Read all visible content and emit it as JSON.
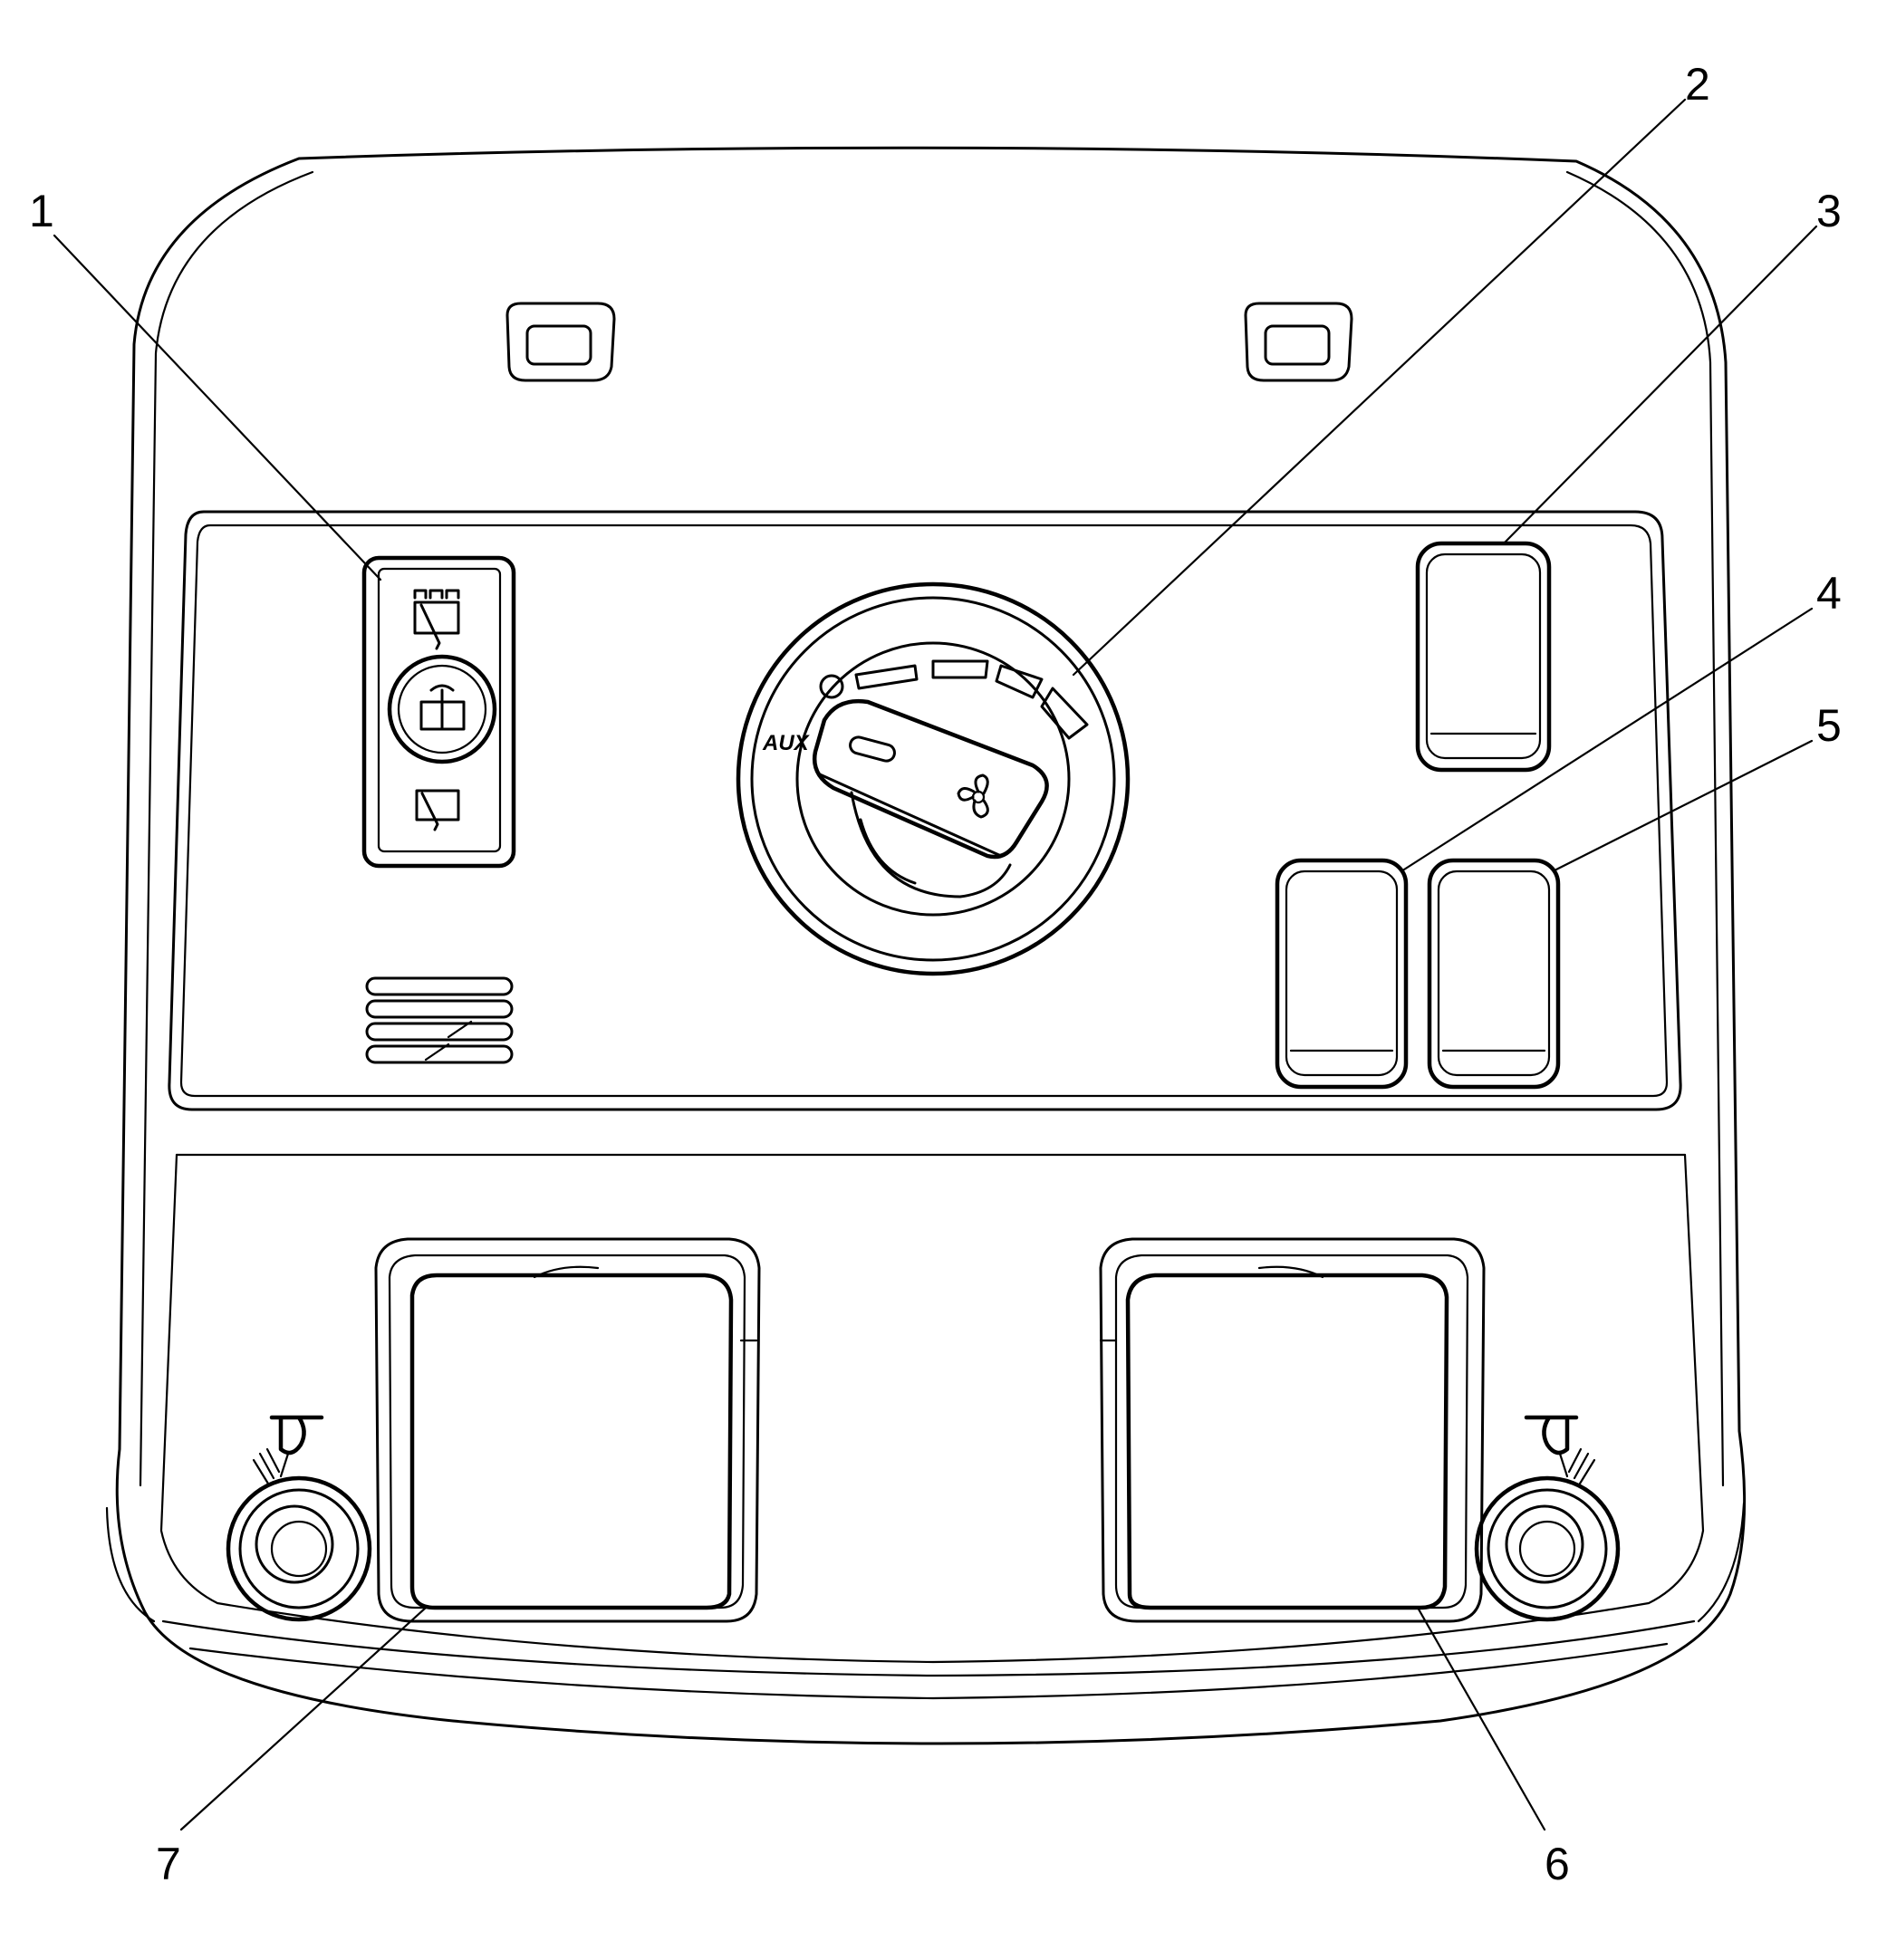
{
  "dial": {
    "label": "AUX"
  },
  "callouts": [
    {
      "id": "1",
      "label": "1"
    },
    {
      "id": "2",
      "label": "2"
    },
    {
      "id": "3",
      "label": "3"
    },
    {
      "id": "4",
      "label": "4"
    },
    {
      "id": "5",
      "label": "5"
    },
    {
      "id": "6",
      "label": "6"
    },
    {
      "id": "7",
      "label": "7"
    }
  ],
  "icons": {
    "wiper_switch": [
      "rear-wiper-icon",
      "washer-icon",
      "rear-wiper-intermittent-icon"
    ],
    "dial": [
      "fan-icon"
    ],
    "reading_lamps": [
      "reading-lamp-icon",
      "reading-lamp-icon"
    ]
  }
}
